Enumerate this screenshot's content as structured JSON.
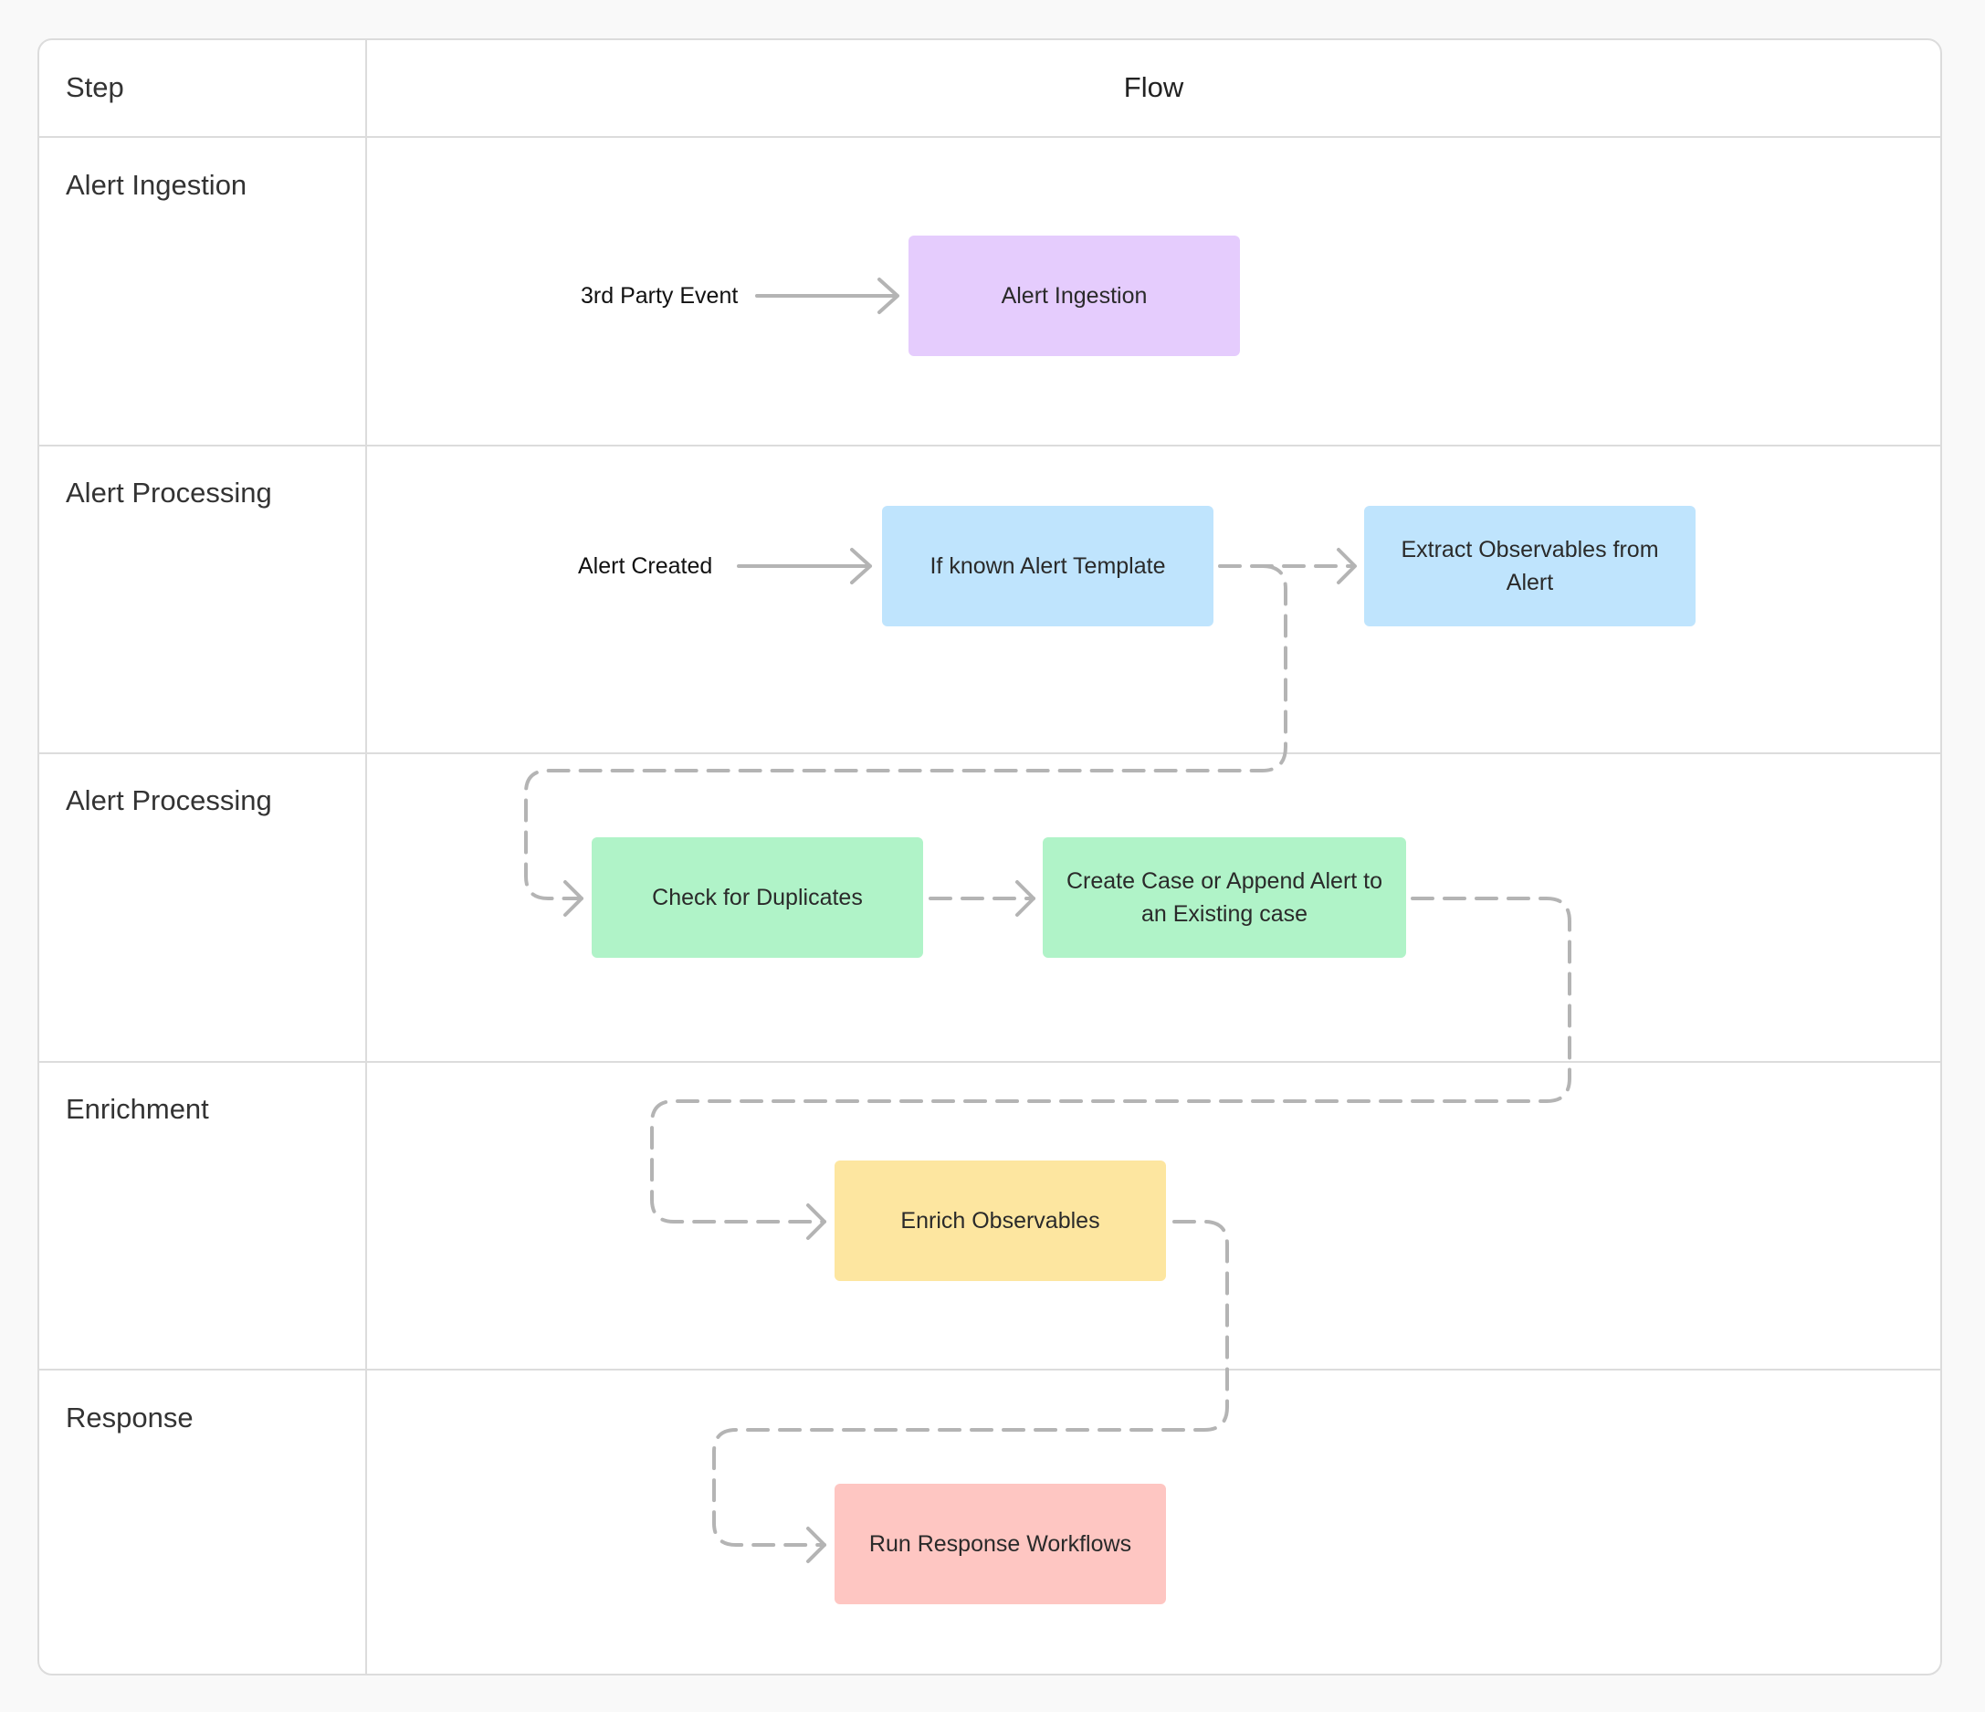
{
  "table": {
    "header_step": "Step",
    "header_flow": "Flow",
    "rows": [
      {
        "step": "Alert Ingestion"
      },
      {
        "step": "Alert Processing"
      },
      {
        "step": "Alert Processing"
      },
      {
        "step": "Enrichment"
      },
      {
        "step": "Response"
      }
    ]
  },
  "flow": {
    "sources": {
      "third_party_event": "3rd Party Event",
      "alert_created": "Alert Created"
    },
    "nodes": {
      "alert_ingestion": {
        "label": "Alert Ingestion",
        "color": "#e5ccfd"
      },
      "known_template": {
        "label": "If known Alert Template",
        "color": "#bfe4fd"
      },
      "extract_observables": {
        "label": "Extract Observables from Alert",
        "color": "#bfe4fd"
      },
      "check_duplicates": {
        "label": "Check for Duplicates",
        "color": "#b0f3c8"
      },
      "create_case": {
        "label": "Create Case or Append Alert to an Existing case",
        "color": "#b0f3c8"
      },
      "enrich": {
        "label": "Enrich Observables",
        "color": "#fde6a0"
      },
      "run_response": {
        "label": "Run Response Workflows",
        "color": "#fec6c2"
      }
    },
    "connector_color": "#b4b4b4"
  }
}
